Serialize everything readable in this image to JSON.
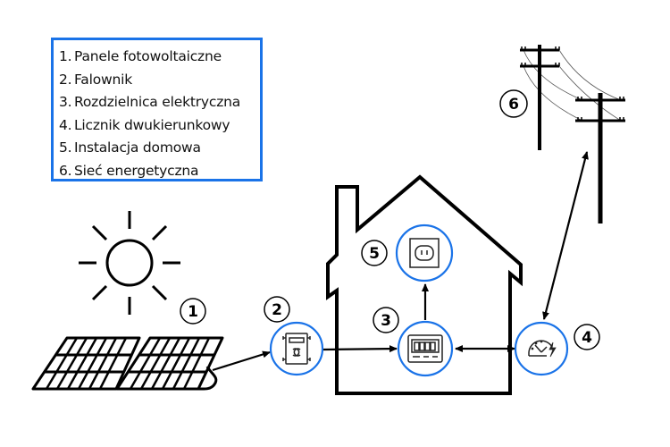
{
  "legend": {
    "items": [
      {
        "num": "1.",
        "label": "Panele fotowoltaiczne"
      },
      {
        "num": "2.",
        "label": "Falownik"
      },
      {
        "num": "3.",
        "label": "Rozdzielnica elektryczna"
      },
      {
        "num": "4.",
        "label": "Licznik dwukierunkowy"
      },
      {
        "num": "5.",
        "label": "Instalacja domowa"
      },
      {
        "num": "6.",
        "label": "Sieć energetyczna"
      }
    ]
  },
  "badges": {
    "b1": "1",
    "b2": "2",
    "b3": "3",
    "b4": "4",
    "b5": "5",
    "b6": "6"
  },
  "colors": {
    "accent": "#1a73e8",
    "stroke": "#000000"
  },
  "icons": {
    "sun": "sun-icon",
    "panels": "solar-panels-icon",
    "inverter": "inverter-icon",
    "switchboard": "switchboard-icon",
    "socket": "power-socket-icon",
    "meter": "bidirectional-meter-icon",
    "grid": "power-poles-icon",
    "house": "house-outline-icon"
  }
}
